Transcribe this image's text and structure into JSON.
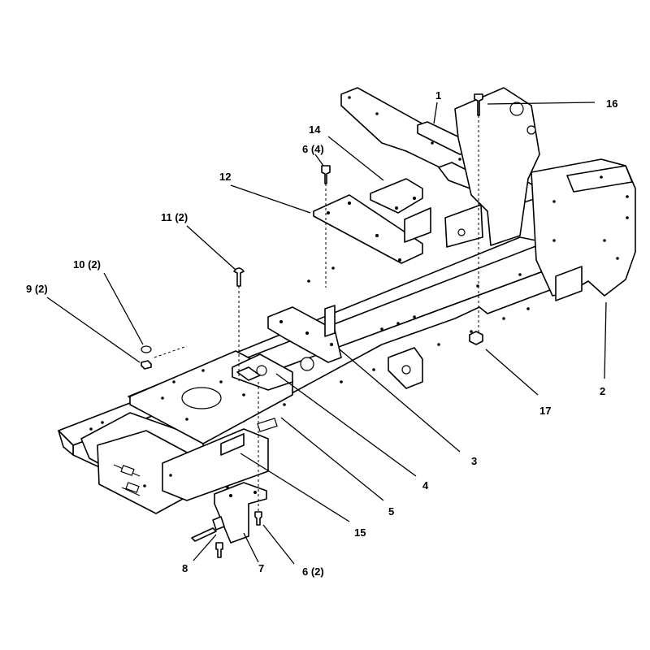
{
  "callouts": [
    {
      "id": "1",
      "label": "1"
    },
    {
      "id": "2",
      "label": "2"
    },
    {
      "id": "3",
      "label": "3"
    },
    {
      "id": "4",
      "label": "4"
    },
    {
      "id": "5",
      "label": "5"
    },
    {
      "id": "6a",
      "label": "6 (4)"
    },
    {
      "id": "6b",
      "label": "6 (2)"
    },
    {
      "id": "7",
      "label": "7"
    },
    {
      "id": "8",
      "label": "8"
    },
    {
      "id": "9",
      "label": "9 (2)"
    },
    {
      "id": "10",
      "label": "10 (2)"
    },
    {
      "id": "11",
      "label": "11 (2)"
    },
    {
      "id": "12",
      "label": "12"
    },
    {
      "id": "14",
      "label": "14"
    },
    {
      "id": "15",
      "label": "15"
    },
    {
      "id": "16",
      "label": "16"
    },
    {
      "id": "17",
      "label": "17"
    }
  ]
}
